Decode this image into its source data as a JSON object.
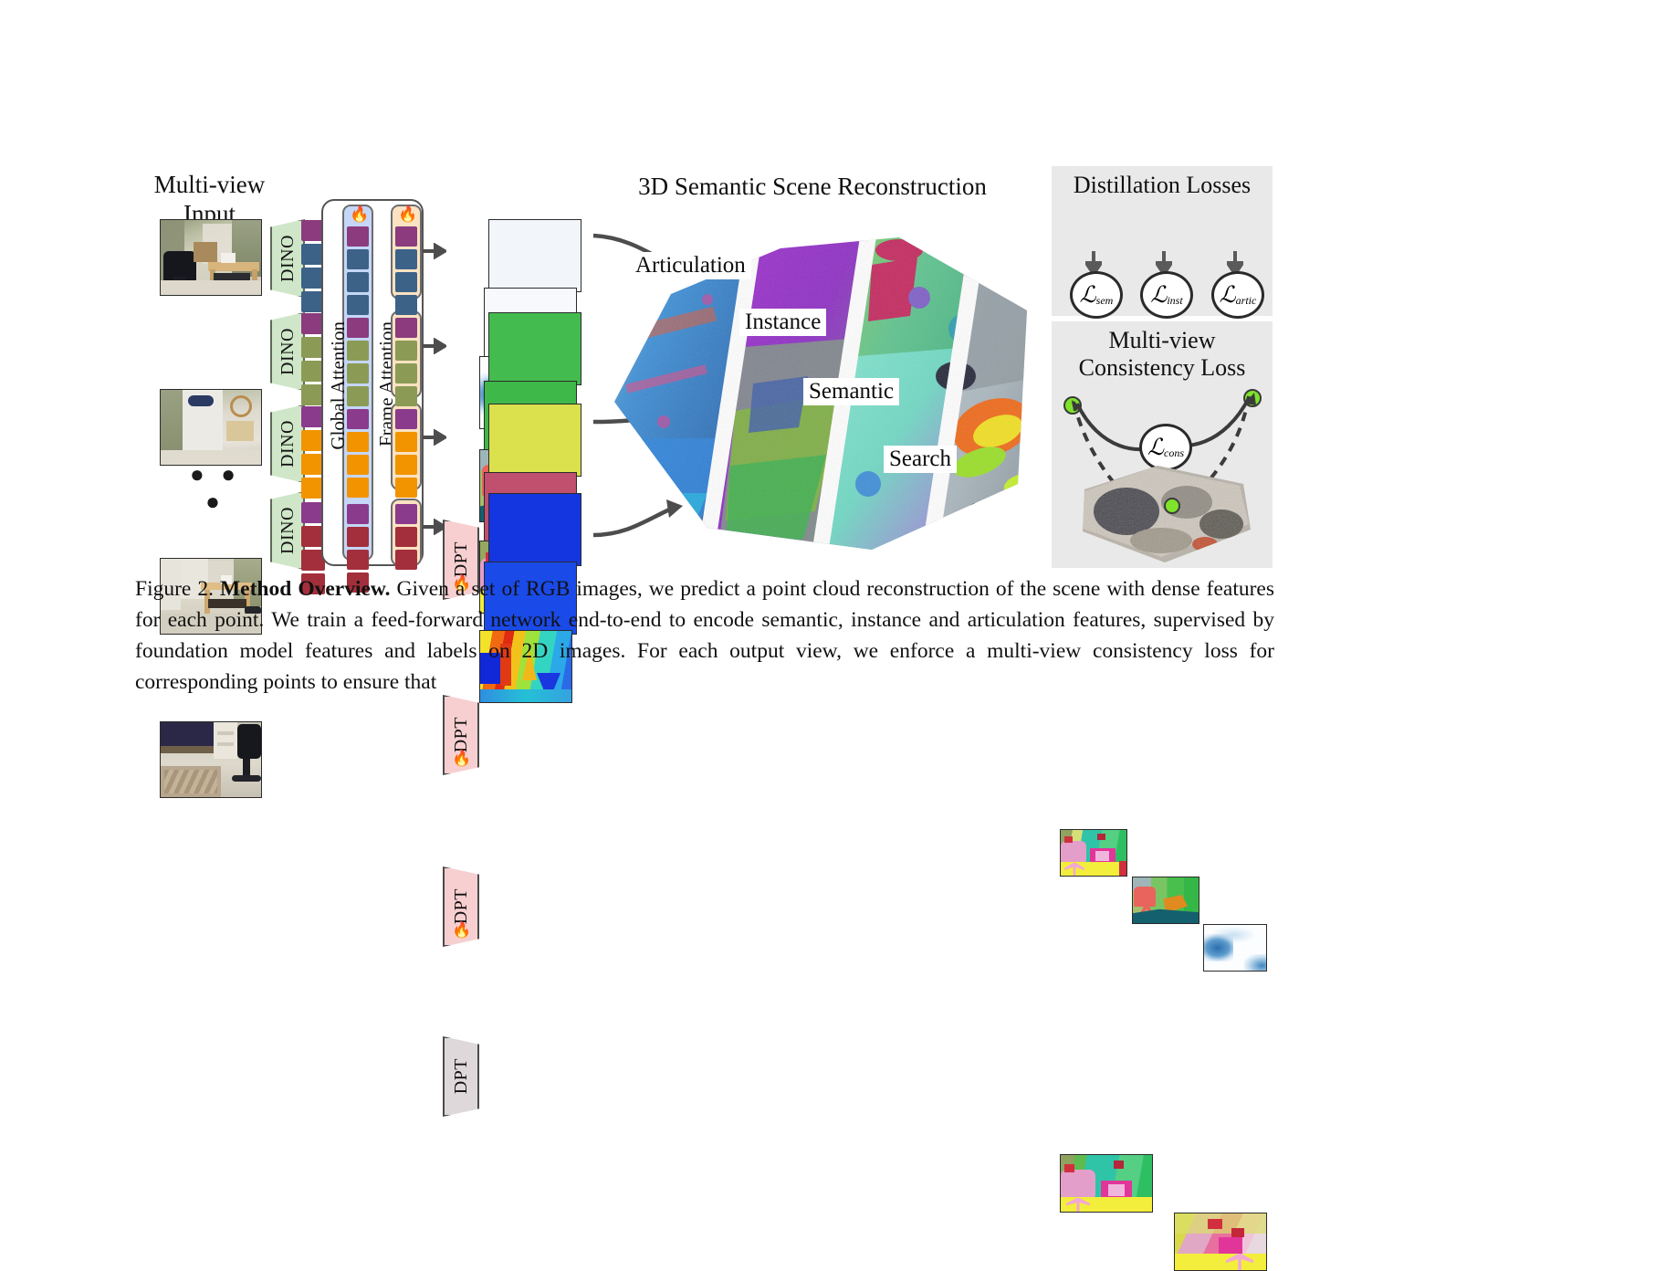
{
  "figure": {
    "headers": {
      "multiview_input": "Multi-view\nInput",
      "reconstruction": "3D Semantic Scene Reconstruction",
      "distillation": "Distillation Losses",
      "consistency": "Multi-view\nConsistency Loss"
    },
    "encoder_label": "DINO",
    "decoder_label": "DPT",
    "attention": {
      "global": "Global Attention",
      "frame": "Frame Attention"
    },
    "flame_icon": "flame-icon",
    "ellipsis": "● ● ●",
    "rows": [
      {
        "id": "view-1",
        "thumb": "office-desk-chair",
        "token_color": "#3d6288",
        "head_color": "#8b3b7e",
        "dpt_variant": "pink",
        "output": "articulation-heatmap"
      },
      {
        "id": "view-2",
        "thumb": "bathroom-curtain",
        "token_color": "#8b9b55",
        "head_color": "#8b3b7e",
        "dpt_variant": "pink",
        "output": "instance-segmentation"
      },
      {
        "id": "view-3",
        "thumb": "wooden-bench-shoes",
        "token_color": "#f29400",
        "head_color": "#8b3b8b",
        "dpt_variant": "pink",
        "output": "semantic-segmentation"
      },
      {
        "id": "view-4",
        "thumb": "bedroom-desk-chair",
        "token_color": "#a32f3c",
        "head_color": "#8b3b8b",
        "dpt_variant": "gray",
        "output": "depth-map"
      }
    ],
    "cloud_labels": [
      "Articulation",
      "Instance",
      "Semantic",
      "Search"
    ],
    "losses": [
      {
        "name": "loss-semantic",
        "symbol": "ℒ",
        "sub": "sem",
        "source": "semantic-map"
      },
      {
        "name": "loss-instance",
        "symbol": "ℒ",
        "sub": "inst",
        "source": "instance-map"
      },
      {
        "name": "loss-articulation",
        "symbol": "ℒ",
        "sub": "artic",
        "source": "articulation-map"
      }
    ],
    "consistency_loss": {
      "name": "loss-consistency",
      "symbol": "ℒ",
      "sub": "cons"
    },
    "colors": {
      "dino_fill": "#cfe7c8",
      "dpt_fill": "#f7cfd1",
      "dpt_fill_gray": "#dfd8da",
      "global_attention_fill": "#c5d6f7",
      "frame_attention_fill": "#fae2c2",
      "panel_bg": "#e9e9e9",
      "arrow": "#4d4d4d",
      "token_purple": "#8b3b7e",
      "token_blue": "#3d6288",
      "token_green": "#8b9b55",
      "token_orange": "#f29400",
      "token_red": "#a32f3c",
      "keypoint_green": "#7ee32a"
    }
  },
  "caption": {
    "figure_number": "Figure 2.",
    "title": "Method Overview.",
    "body": " Given a set of RGB images, we predict a point cloud reconstruction of the scene with dense features for each point. We train a feed-forward network end-to-end to encode semantic, instance and articulation features, supervised by foundation model features and labels on 2D images. For each output view, we enforce a multi-view consistency loss for corresponding points to ensure that"
  }
}
